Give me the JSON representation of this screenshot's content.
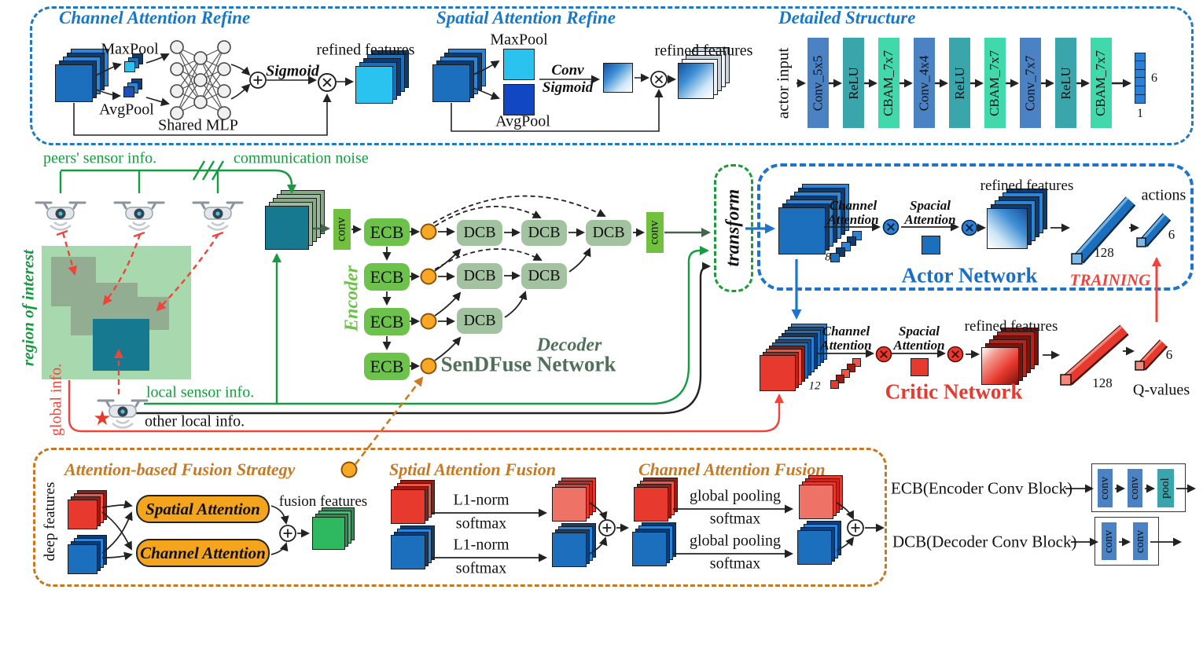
{
  "colors": {
    "frame_blue": "#1f7ac4",
    "title_blue": "#1878c8",
    "green": "#169c40",
    "dark_sage": "#44624e",
    "sendfuse_green": "#51705a",
    "encoder_green": "#6dc24b",
    "conv_green": "#71c040",
    "dcb_sage": "#a3c2a0",
    "orange_frame": "#c87820",
    "attention_orange": "#f5a51d",
    "node_orange": "#f9a825",
    "red": "#e8392e",
    "training_red": "#f0443a",
    "feature_blue": "#1b6fbd",
    "cyan": "#2ac3f0",
    "steel_blue": "#4a82c4",
    "relu_teal": "#3aa6ac",
    "cbam_mint": "#41d9ac",
    "teal": "#17798f",
    "map_green": "#a8d8ad",
    "map_patch": "#93ad93",
    "actor_blue": "#1a6fc4"
  },
  "icons": {
    "star": "★"
  },
  "top": {
    "channel_refine": {
      "title": "Channel Attention Refine",
      "maxpool": "MaxPool",
      "avgpool": "AvgPool",
      "shared_mlp": "Shared MLP",
      "sigmoid": "Sigmoid",
      "refined_features": "refined features"
    },
    "spatial_refine": {
      "title": "Spatial Attention Refine",
      "maxpool": "MaxPool",
      "avgpool": "AvgPool",
      "conv": "Conv",
      "sigmoid": "Sigmoid",
      "refined_features": "refined features"
    },
    "detailed": {
      "title": "Detailed Structure",
      "input_label": "actor input",
      "blocks": [
        "Conv_5x5",
        "ReLU",
        "CBAM_7x7",
        "Conv_4x4",
        "ReLU",
        "CBAM_7x7",
        "Conv_7x7",
        "ReLU",
        "CBAM_7x7"
      ],
      "out_dim": "6",
      "out_width": "1"
    }
  },
  "scene": {
    "peers_info": "peers' sensor info.",
    "comm_noise": "communication noise",
    "region_of_interest": "region of interest",
    "global_info": "global info.",
    "local_sensor_info": "local sensor info.",
    "other_local_info": "other local info."
  },
  "sendfuse": {
    "conv_in": "conv",
    "conv_out": "conv",
    "ecb": "ECB",
    "dcb": "DCB",
    "encoder": "Encoder",
    "decoder": "Decoder",
    "title": "SenDFuse Network",
    "transform": "transform"
  },
  "actor": {
    "title": "Actor Network",
    "channel_attention": "Channel Attention",
    "spacial_attention": "Spacial Attention",
    "refined_features": "refined features",
    "in_channels": "8",
    "fc_dim": "128",
    "out_dim": "6",
    "actions": "actions",
    "training": "TRAINING"
  },
  "critic": {
    "title": "Critic Network",
    "channel_attention": "Channel Attention",
    "spacial_attention": "Spacial Attention",
    "refined_features": "refined features",
    "in_channels": "12",
    "fc_dim": "128",
    "out_dim": "6",
    "q_values": "Q-values"
  },
  "fusion": {
    "strategy_title": "Attention-based Fusion Strategy",
    "deep_features": "deep features",
    "spatial_attention": "Spatial Attention",
    "channel_attention": "Channel Attention",
    "fusion_features": "fusion features",
    "spatial_title": "Sptial Attention Fusion",
    "l1_norm": "L1-norm",
    "softmax": "softmax",
    "channel_title": "Channel Attention Fusion",
    "global_pooling": "global pooling"
  },
  "legend": {
    "ecb": "ECB(Encoder Conv Block)",
    "dcb": "DCB(Decoder Conv Block)",
    "conv": "conv",
    "pool": "pool"
  }
}
